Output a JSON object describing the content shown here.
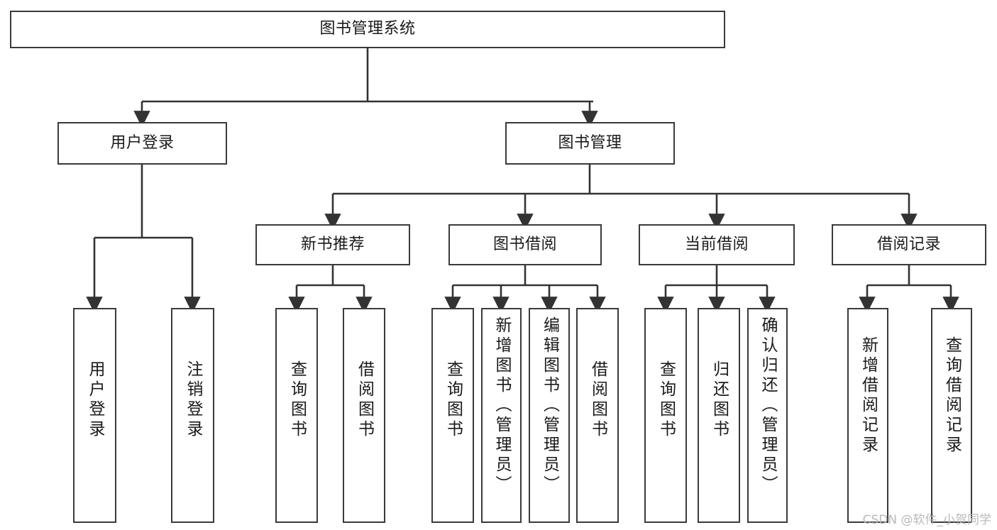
{
  "diagram": {
    "title": "图书管理系统",
    "type": "tree-hierarchy",
    "root": {
      "id": "root",
      "label": "图书管理系统"
    },
    "level2": [
      {
        "id": "user-login",
        "label": "用户登录"
      },
      {
        "id": "book-manage",
        "label": "图书管理"
      }
    ],
    "level3": [
      {
        "id": "new-book-rec",
        "label": "新书推荐",
        "parent": "book-manage"
      },
      {
        "id": "book-borrow",
        "label": "图书借阅",
        "parent": "book-manage"
      },
      {
        "id": "current-borrow",
        "label": "当前借阅",
        "parent": "book-manage"
      },
      {
        "id": "borrow-record",
        "label": "借阅记录",
        "parent": "book-manage"
      }
    ],
    "leaves": [
      {
        "id": "leaf-user-login",
        "label": "用户登录",
        "parent": "user-login"
      },
      {
        "id": "leaf-logout",
        "label": "注销登录",
        "parent": "user-login"
      },
      {
        "id": "leaf-query-book-1",
        "label": "查询图书",
        "parent": "new-book-rec"
      },
      {
        "id": "leaf-borrow-book-1",
        "label": "借阅图书",
        "parent": "new-book-rec"
      },
      {
        "id": "leaf-query-book-2",
        "label": "查询图书",
        "parent": "book-borrow"
      },
      {
        "id": "leaf-add-book",
        "label": "新增图书（管理员）",
        "parent": "book-borrow"
      },
      {
        "id": "leaf-edit-book",
        "label": "编辑图书（管理员）",
        "parent": "book-borrow"
      },
      {
        "id": "leaf-borrow-book-2",
        "label": "借阅图书",
        "parent": "book-borrow"
      },
      {
        "id": "leaf-query-book-3",
        "label": "查询图书",
        "parent": "current-borrow"
      },
      {
        "id": "leaf-return-book",
        "label": "归还图书",
        "parent": "current-borrow"
      },
      {
        "id": "leaf-confirm-return",
        "label": "确认归还（管理员）",
        "parent": "current-borrow"
      },
      {
        "id": "leaf-add-record",
        "label": "新增借阅记录",
        "parent": "borrow-record"
      },
      {
        "id": "leaf-query-record",
        "label": "查询借阅记录",
        "parent": "borrow-record"
      }
    ],
    "colors": {
      "box_border": "#3a3a3a",
      "box_fill": "#ffffff",
      "connector": "#333333",
      "text": "#1a1a1a",
      "watermark": "#b9b9b9"
    }
  },
  "watermark": {
    "text": "CSDN @软件_小贺同学"
  }
}
